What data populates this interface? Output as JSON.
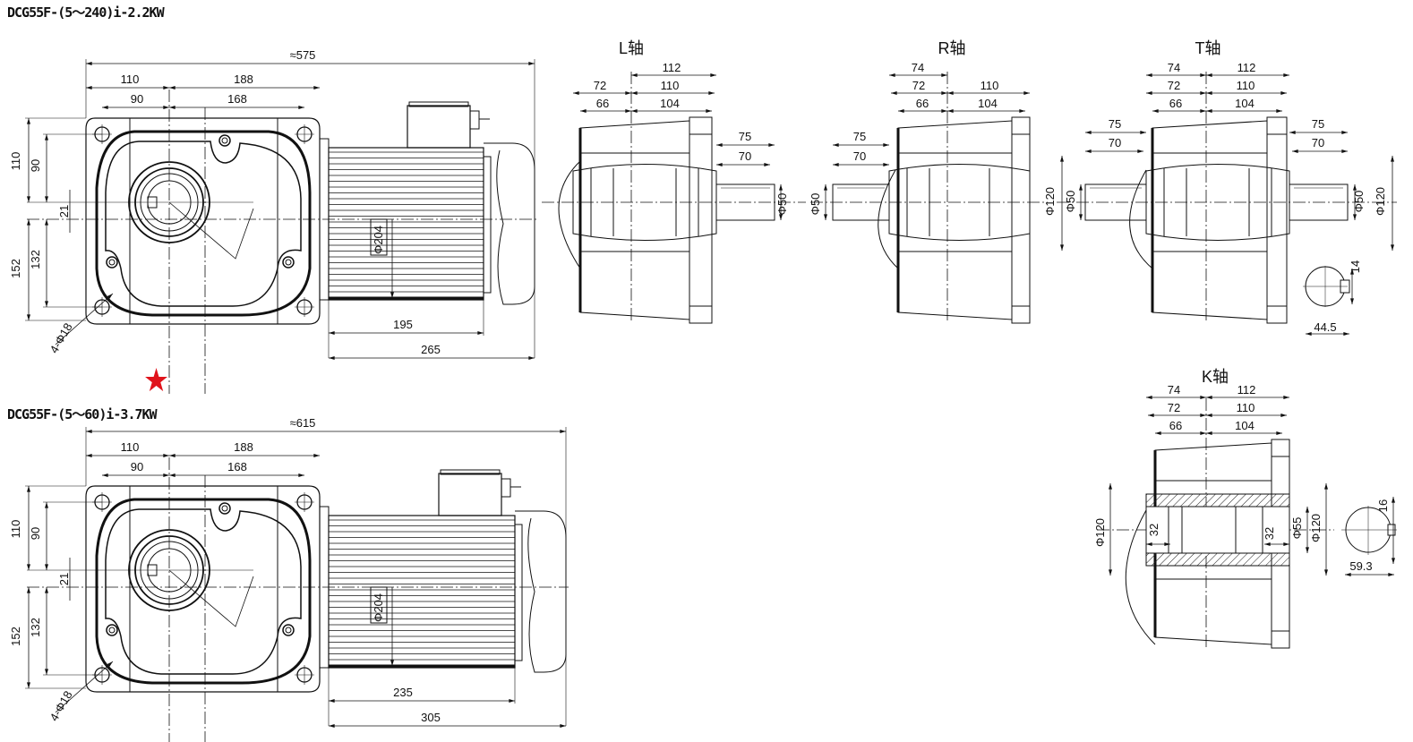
{
  "drawing_a": {
    "title": "DCG55F-(5～240)i-2.2KW",
    "overall": "≈575",
    "w110": "110",
    "w188": "188",
    "w90": "90",
    "w168": "168",
    "h110": "110",
    "h90": "90",
    "h21": "21",
    "h152": "152",
    "h132": "132",
    "holes": "4-Φ18",
    "dia": "Φ204",
    "l195": "195",
    "l265": "265"
  },
  "drawing_b": {
    "title": "DCG55F-(5～60)i-3.7KW",
    "overall": "≈615",
    "w110": "110",
    "w188": "188",
    "w90": "90",
    "w168": "168",
    "h110": "110",
    "h90": "90",
    "h21": "21",
    "h152": "152",
    "h132": "132",
    "holes": "4-Φ18",
    "dia": "Φ204",
    "l235": "235",
    "l305": "305"
  },
  "marker": {
    "symbol": "★",
    "color": "#e0131b"
  },
  "l_shaft": {
    "title": "L轴",
    "d112": "112",
    "d72": "72",
    "d110": "110",
    "d66": "66",
    "d104": "104",
    "d75": "75",
    "d70": "70",
    "phi50": "Φ50"
  },
  "r_shaft": {
    "title": "R轴",
    "d74": "74",
    "d72": "72",
    "d110": "110",
    "d66": "66",
    "d104": "104",
    "d75": "75",
    "d70": "70",
    "phi50": "Φ50"
  },
  "t_shaft": {
    "title": "T轴",
    "d74": "74",
    "d112": "112",
    "d72": "72",
    "d110": "110",
    "d66": "66",
    "d104": "104",
    "d75a": "75",
    "d70a": "70",
    "d75b": "75",
    "d70b": "70",
    "phi120a": "Φ120",
    "phi50a": "Φ50",
    "phi50b": "Φ50",
    "phi120b": "Φ120",
    "key14": "14",
    "key445": "44.5"
  },
  "k_shaft": {
    "title": "K轴",
    "d74": "74",
    "d112": "112",
    "d72": "72",
    "d110": "110",
    "d66": "66",
    "d104": "104",
    "phi120a": "Φ120",
    "d32a": "32",
    "d32b": "32",
    "phi55": "Φ55",
    "phi120b": "Φ120",
    "key16": "16",
    "key593": "59.3"
  }
}
